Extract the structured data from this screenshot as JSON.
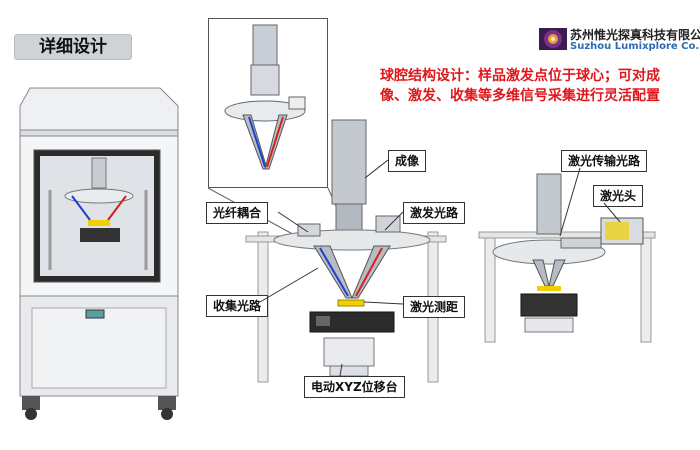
{
  "header": {
    "section_title": "详细设计",
    "company_cn": "苏州惟光探真科技有限公司",
    "company_en": "Suzhou Lumixplore Co. Ltd."
  },
  "note": {
    "text": "球腔结构设计：样品激发点位于球心；可对成像、激发、收集等多维信号采集进行灵活配置"
  },
  "labels": {
    "imaging": "成像",
    "fiber_coupling": "光纤耦合",
    "excitation_path": "激发光路",
    "collection_path": "收集光路",
    "laser_ranging": "激光测距",
    "xyz_stage": "电动XYZ位移台",
    "laser_transmission_path": "激光传输光路",
    "laser_head": "激光头"
  },
  "colors": {
    "note_red": "#e0161b",
    "accent_yellow": "#f0d000",
    "laser_red": "#e02020",
    "probe_blue": "#2a4fd0",
    "logo_bg": "#3a1c4e"
  }
}
